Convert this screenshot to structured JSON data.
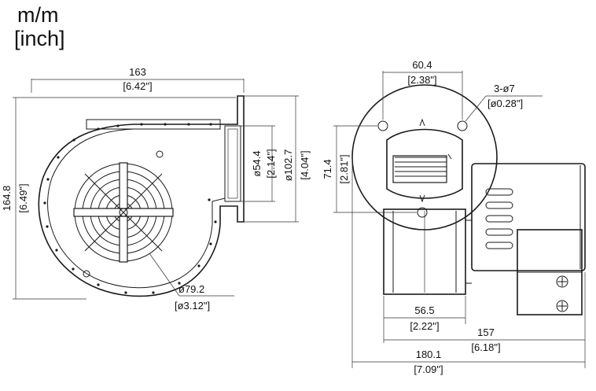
{
  "units": {
    "primary": "m/m",
    "secondary": "[inch]"
  },
  "front_view": {
    "width": {
      "mm": "163",
      "inch": "[6.42\"]"
    },
    "height": {
      "mm": "164.8",
      "inch": "[6.49\"]"
    },
    "outlet_inner": {
      "mm": "ø54.4",
      "inch": "[2.14\"]"
    },
    "outlet_outer": {
      "mm": "ø102.7",
      "inch": "[4.04\"]"
    },
    "inlet": {
      "mm": "ø79.2",
      "inch": "[ø3.12\"]"
    }
  },
  "side_view": {
    "hole_spacing": {
      "mm": "60.4",
      "inch": "[2.38\"]"
    },
    "holes": {
      "mm": "3-ø7",
      "inch": "[ø0.28\"]"
    },
    "flange_height": {
      "mm": "71.4",
      "inch": "[2.81\"]"
    },
    "housing_width": {
      "mm": "56.5",
      "inch": "[2.22\"]"
    },
    "motor_length": {
      "mm": "157",
      "inch": "[6.18\"]"
    },
    "overall_length": {
      "mm": "180.1",
      "inch": "[7.09\"]"
    }
  }
}
